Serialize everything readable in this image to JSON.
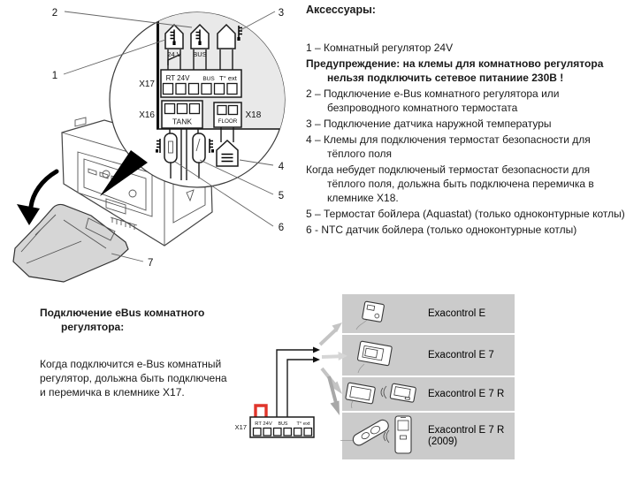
{
  "accessories": {
    "title": "Аксессуары:",
    "items": [
      {
        "text": "1 – Комнатный регулятор 24V"
      },
      {
        "text": "Предупреждение: на клемы для комнатново регулятора нельзя подключить сетевое питаниие 230В !"
      },
      {
        "text": "2 – Подключение e-Bus комнатного регулятора или безпроводного комнатного термостата"
      },
      {
        "text": "3 – Подключение датчика наружной температуры"
      },
      {
        "text": "4 – Клемы для подключения термостат безопасности для тёплого поля"
      },
      {
        "text": "Когда небудет подключеный термостат безопасности для тёплого поля, дольжна быть подключена перемичка в клемнике X18."
      },
      {
        "text": "5 – Термостат бойлера (Aquastat) (только одноконтурные котлы)"
      },
      {
        "text": "6 - NTC датчик бойлера (только одноконтурные котлы)"
      }
    ]
  },
  "ebus_section": {
    "title": "Подключение eBus комнатного регулятора:",
    "body": "Когда подключится e-Bus комнатный регулятор, дольжна быть подключена и перемичка в клемнике X17."
  },
  "terminal_diagram": {
    "callouts": [
      "1",
      "2",
      "3",
      "4",
      "5",
      "6",
      "7"
    ],
    "house_24v_label": "24 V",
    "house_bus_label": "BUS",
    "x17_label": "X17",
    "x16_label": "X16",
    "x18_label": "X18",
    "rt24v_label": "RT 24V",
    "bus_label": "BUS",
    "t_ext_label": "T° ext",
    "tank_label": "TANK",
    "floor_label": "FLOOR"
  },
  "wiring_diagram": {
    "x17_label": "X17",
    "rt24v_label": "RT 24V",
    "bus_label": "BUS",
    "t_ext_label": "T° ext"
  },
  "controllers": [
    {
      "label": "Exacontrol E",
      "label2": ""
    },
    {
      "label": "Exacontrol E 7",
      "label2": ""
    },
    {
      "label": "Exacontrol E 7 R",
      "label2": ""
    },
    {
      "label": "Exacontrol E 7 R",
      "label2": "(2009)"
    }
  ],
  "colors": {
    "panel_bg": "#cbcbcb",
    "circle_bg": "#e9e9e9",
    "flap_gray": "#d6d6d6",
    "jumper_red": "#e0352b"
  },
  "icons": {
    "room_thermostat_24v": "house-with-thermometer",
    "ebus_thermostat": "house-with-thermometer",
    "outdoor_sensor": "house-with-external-thermometer",
    "floor_heating": "house-with-floor-lines",
    "radio_link": "radio-waves"
  }
}
